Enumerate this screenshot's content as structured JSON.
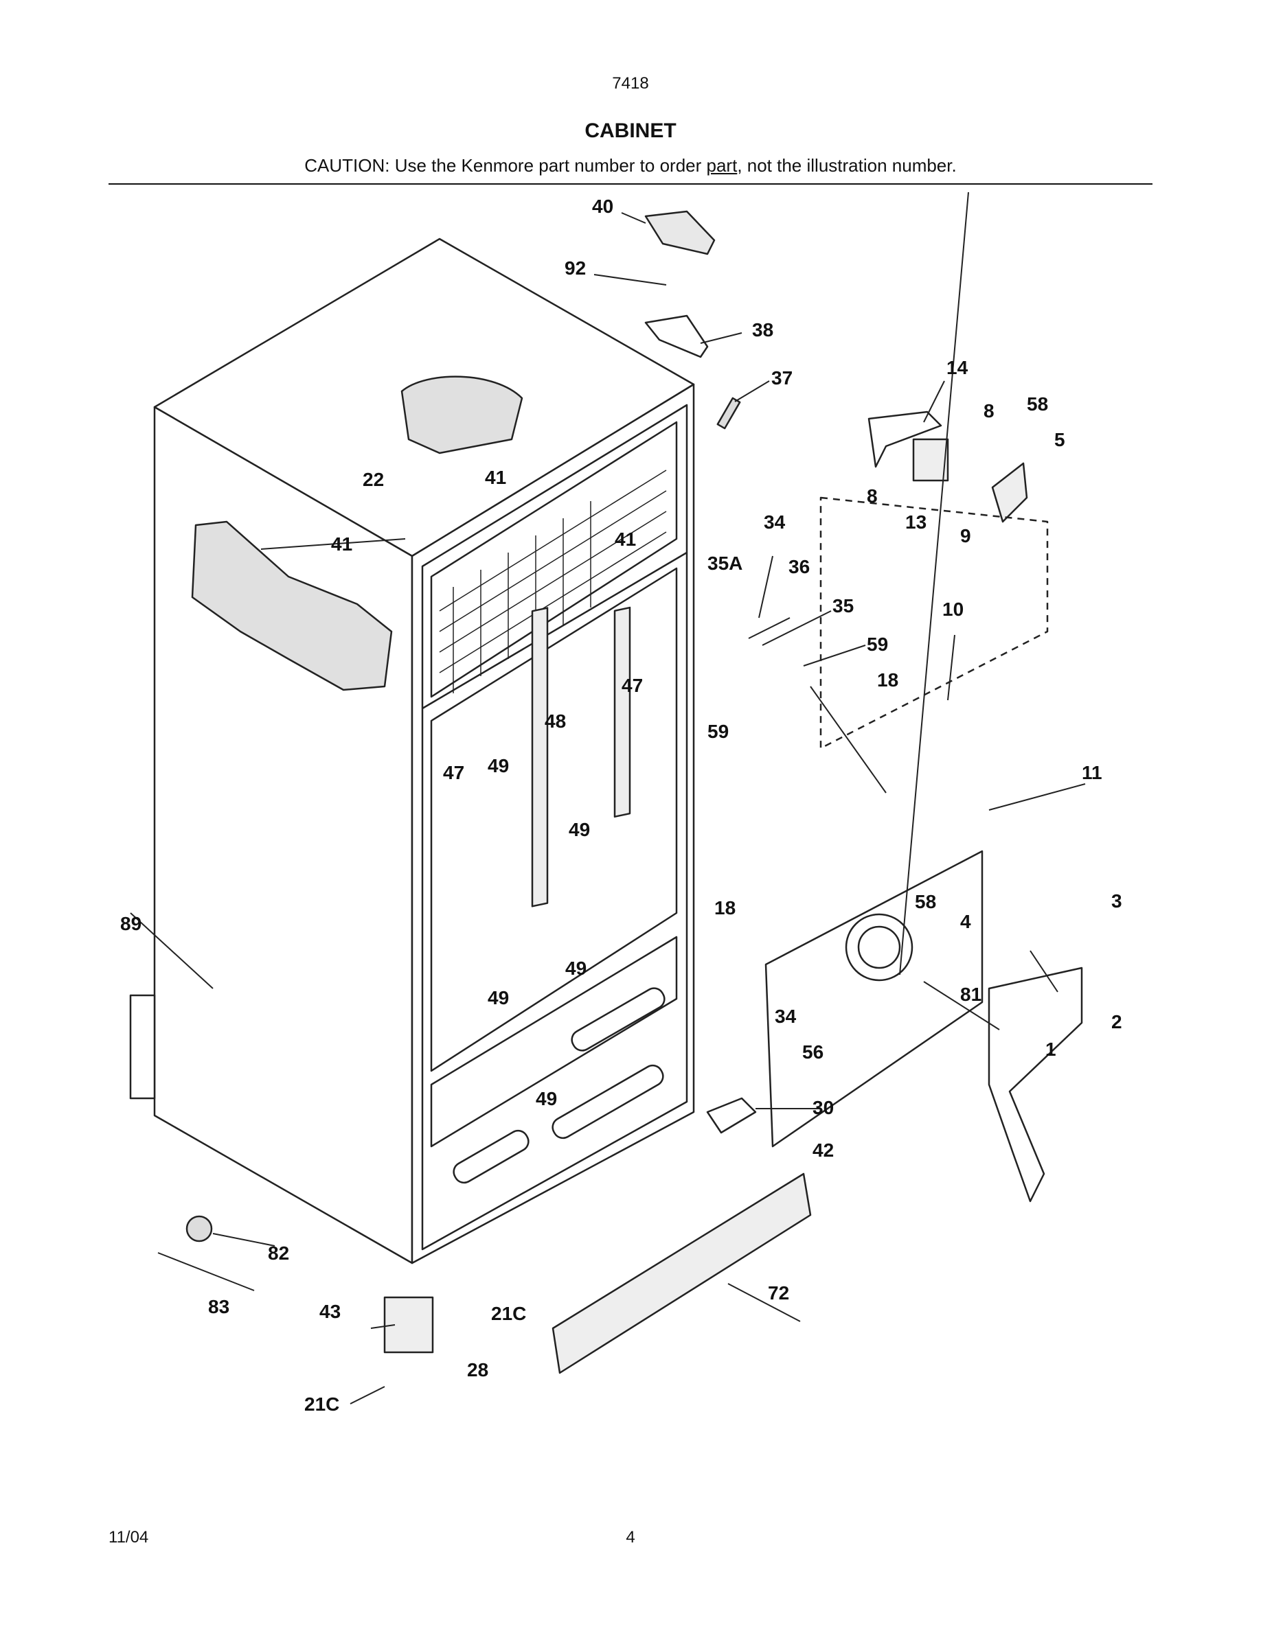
{
  "header": {
    "model_number": "7418",
    "title": "CABINET",
    "caution_prefix": "CAUTION: Use the Kenmore part number to order ",
    "caution_underlined": "part",
    "caution_suffix": ", not the illustration number."
  },
  "footer": {
    "date": "11/04",
    "page_number": "4"
  },
  "callouts": {
    "c40": "40",
    "c92": "92",
    "c38": "38",
    "c37": "37",
    "c14": "14",
    "c8a": "8",
    "c58a": "58",
    "c5": "5",
    "c8b": "8",
    "c13": "13",
    "c9": "9",
    "c22": "22",
    "c41a": "41",
    "c41b": "41",
    "c41c": "41",
    "c34a": "34",
    "c35a": "35A",
    "c36": "36",
    "c35": "35",
    "c10": "10",
    "c59a": "59",
    "c59b": "59",
    "c18a": "18",
    "c47a": "47",
    "c48": "48",
    "c47b": "47",
    "c49a": "49",
    "c49b": "49",
    "c49c": "49",
    "c49d": "49",
    "c49e": "49",
    "c11": "11",
    "c58b": "58",
    "c4": "4",
    "c18b": "18",
    "c3": "3",
    "c2": "2",
    "c89": "89",
    "c81": "81",
    "c1": "1",
    "c34b": "34",
    "c56": "56",
    "c30": "30",
    "c42": "42",
    "c82": "82",
    "c83": "83",
    "c43": "43",
    "c21c_a": "21C",
    "c72": "72",
    "c28": "28",
    "c21c_b": "21C"
  }
}
